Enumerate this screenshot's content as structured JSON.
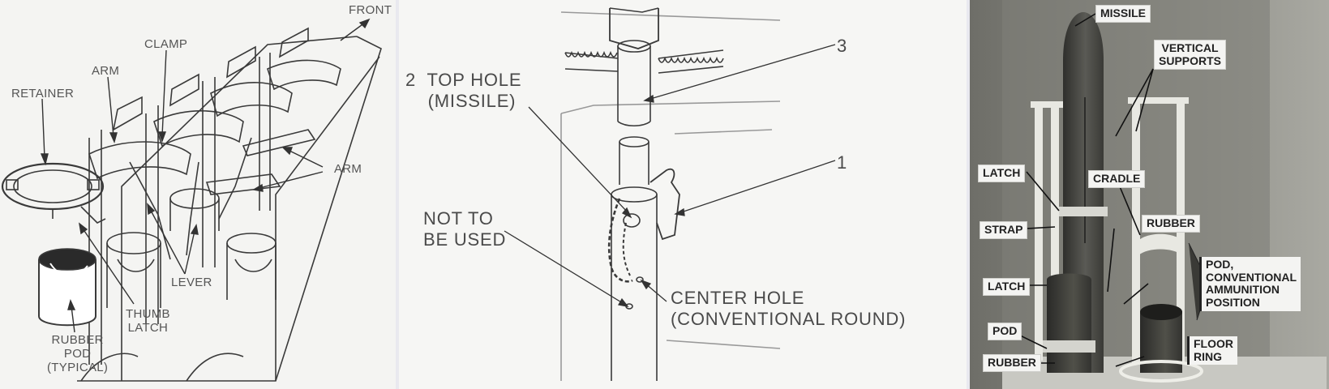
{
  "left_panel": {
    "labels": {
      "front": "FRONT",
      "clamp": "CLAMP",
      "arm_top": "ARM",
      "retainer": "RETAINER",
      "arm_right": "ARM",
      "lever": "LEVER",
      "thumb_latch": "THUMB\nLATCH",
      "rubber_pod": "RUBBER\nPOD\n(TYPICAL)"
    }
  },
  "middle_panel": {
    "labels": {
      "num_3": "3",
      "num_1": "1",
      "top_hole": "2  TOP HOLE\n    (MISSILE)",
      "not_used": "NOT TO\nBE USED",
      "center_hole": "CENTER HOLE\n(CONVENTIONAL ROUND)"
    }
  },
  "right_panel": {
    "labels": {
      "missile": "MISSILE",
      "vertical_supports": "VERTICAL\nSUPPORTS",
      "latch_top": "LATCH",
      "cradle": "CRADLE",
      "strap": "STRAP",
      "rubber_top": "RUBBER",
      "pod_conventional": "POD,\nCONVENTIONAL\nAMMUNITION\nPOSITION",
      "latch_bottom": "LATCH",
      "pod": "POD",
      "floor_ring": "FLOOR\nRING",
      "rubber_bottom": "RUBBER"
    }
  }
}
